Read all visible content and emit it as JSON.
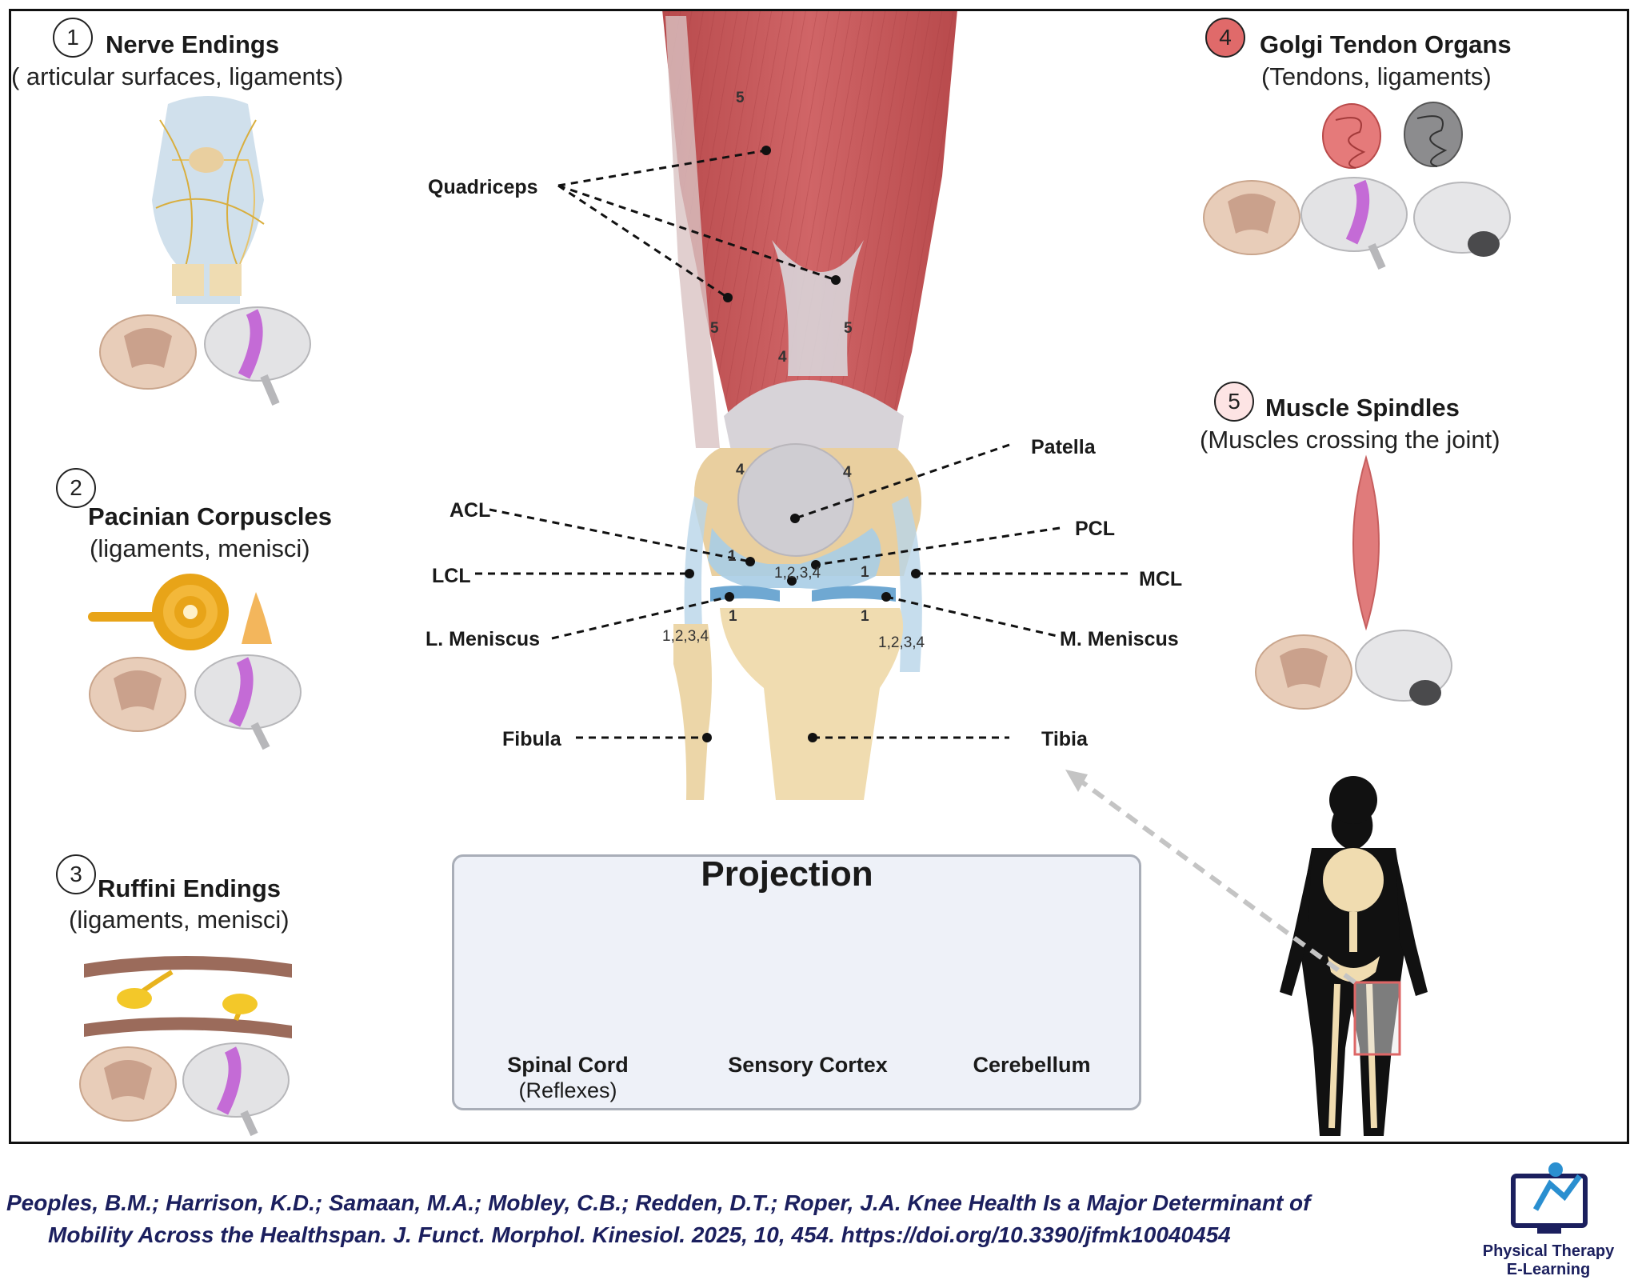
{
  "receptors": {
    "nerve_endings": {
      "number": "1",
      "title": "Nerve Endings",
      "location": "( articular surfaces, ligaments)",
      "badge_color": "#fdf6d2"
    },
    "pacinian": {
      "number": "2",
      "title": "Pacinian Corpuscles",
      "location": "(ligaments, menisci)",
      "badge_color": "#dff2f0"
    },
    "ruffini": {
      "number": "3",
      "title": "Ruffini Endings",
      "location": "(ligaments, menisci)",
      "badge_color": "#f3dfc0"
    },
    "golgi": {
      "number": "4",
      "title": "Golgi Tendon Organs",
      "location": "(Tendons, ligaments)",
      "badge_color": "#e06a6a"
    },
    "spindles": {
      "number": "5",
      "title": "Muscle Spindles",
      "location": "(Muscles crossing the joint)",
      "badge_color": "#fde4e4"
    }
  },
  "knee_labels": {
    "quadriceps": "Quadriceps",
    "patella": "Patella",
    "acl": "ACL",
    "pcl": "PCL",
    "lcl": "LCL",
    "mcl": "MCL",
    "l_meniscus": "L. Meniscus",
    "m_meniscus": "M. Meniscus",
    "fibula": "Fibula",
    "tibia": "Tibia"
  },
  "knee_numbers": {
    "q_top": "5",
    "q_left": "5",
    "q_right": "5",
    "q_center": "4",
    "tendon_left": "4",
    "tendon_right": "4",
    "acl_1": "1",
    "joint_center": "1,2,3,4",
    "pcl_1": "1",
    "lmen_1": "1",
    "mmen_1": "1",
    "lcl_list": "1,2,3,4",
    "mcl_list": "1,2,3,4"
  },
  "projection": {
    "title": "Projection",
    "spinal_cord": "Spinal Cord",
    "spinal_cord_note": "(Reflexes)",
    "sensory_cortex": "Sensory Cortex",
    "cerebellum": "Cerebellum"
  },
  "citation": {
    "line1": "Peoples, B.M.; Harrison, K.D.; Samaan, M.A.; Mobley, C.B.; Redden, D.T.; Roper, J.A. Knee Health Is a Major Determinant of",
    "line2": "Mobility Across the Healthspan. J. Funct. Morphol. Kinesiol. 2025, 10, 454. https://doi.org/10.3390/jfmk10040454"
  },
  "logo": {
    "line1": "Physical Therapy",
    "line2": "E-Learning",
    "icon": "monitor-runner-icon"
  },
  "colors": {
    "muscle": "#c9585a",
    "bone": "#f0dcb0",
    "ligament": "#a9cde6",
    "cortex_highlight": "#c46bd6",
    "citation_text": "#1b1f5e"
  }
}
